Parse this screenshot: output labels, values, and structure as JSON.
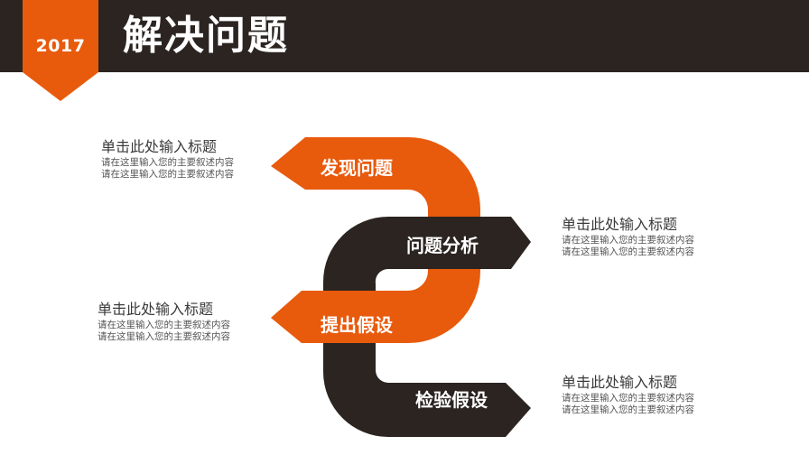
{
  "header": {
    "year": "2017",
    "title": "解决问题"
  },
  "colors": {
    "orange": "#e85a0c",
    "dark": "#2b2421",
    "header_bg": "#2b2421"
  },
  "steps": [
    {
      "label": "发现问题",
      "color": "orange"
    },
    {
      "label": "问题分析",
      "color": "dark"
    },
    {
      "label": "提出假设",
      "color": "orange"
    },
    {
      "label": "检验假设",
      "color": "dark"
    }
  ],
  "text_blocks": [
    {
      "title": "单击此处输入标题",
      "line1": "请在这里输入您的主要叙述内容",
      "line2": "请在这里输入您的主要叙述内容"
    },
    {
      "title": "单击此处输入标题",
      "line1": "请在这里输入您的主要叙述内容",
      "line2": "请在这里输入您的主要叙述内容"
    },
    {
      "title": "单击此处输入标题",
      "line1": "请在这里输入您的主要叙述内容",
      "line2": "请在这里输入您的主要叙述内容"
    },
    {
      "title": "单击此处输入标题",
      "line1": "请在这里输入您的主要叙述内容",
      "line2": "请在这里输入您的主要叙述内容"
    }
  ]
}
